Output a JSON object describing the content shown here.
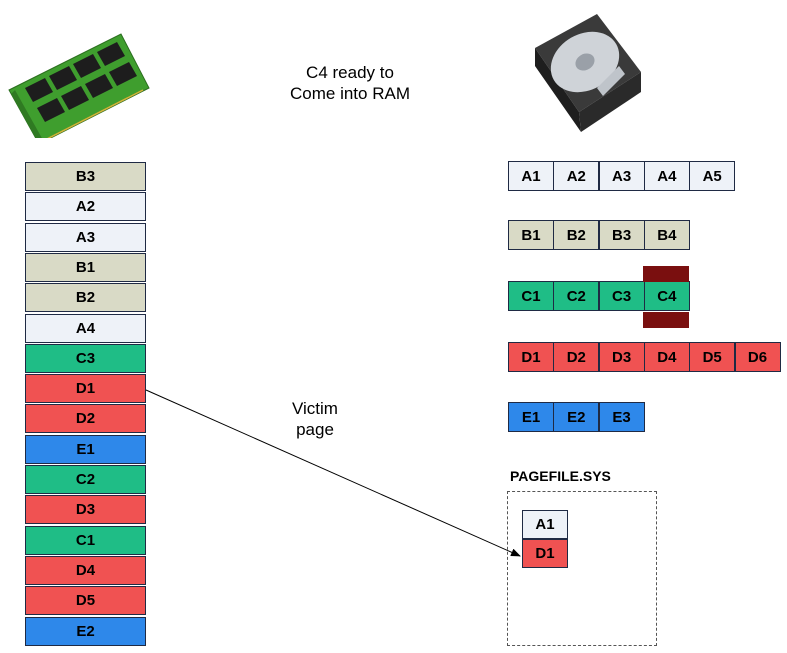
{
  "caption_top": {
    "line1": "C4 ready to",
    "line2": "Come into RAM"
  },
  "caption_victim": {
    "line1": "Victim",
    "line2": "page"
  },
  "colors": {
    "A": "#eef2f8",
    "B": "#d9dac6",
    "C": "#1fbd86",
    "D": "#f05252",
    "E": "#2e88ea",
    "highlight": "#7a0f0f"
  },
  "ram": [
    "B3",
    "A2",
    "A3",
    "B1",
    "B2",
    "A4",
    "C3",
    "D1",
    "D2",
    "E1",
    "C2",
    "D3",
    "C1",
    "D4",
    "D5",
    "E2"
  ],
  "disk": {
    "row_a": [
      "A1",
      "A2",
      "A3",
      "A4",
      "A5"
    ],
    "row_b": [
      "B1",
      "B2",
      "B3",
      "B4"
    ],
    "row_c": [
      "C1",
      "C2",
      "C3",
      "C4"
    ],
    "row_d": [
      "D1",
      "D2",
      "D3",
      "D4",
      "D5",
      "D6"
    ],
    "row_e": [
      "E1",
      "E2",
      "E3"
    ]
  },
  "pagefile": {
    "title": "PAGEFILE.SYS",
    "cells": [
      "A1",
      "D1"
    ]
  }
}
